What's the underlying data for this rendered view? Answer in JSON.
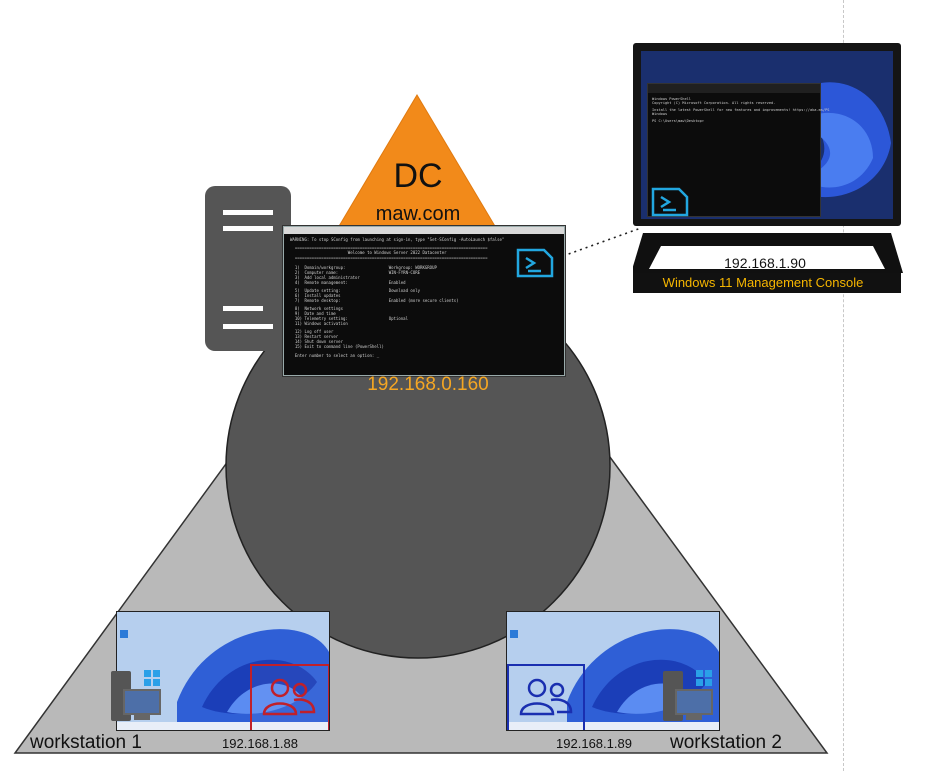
{
  "dc": {
    "title": "DC",
    "domain": "maw.com"
  },
  "server": {
    "ip": "192.168.0.160"
  },
  "console": {
    "ip": "192.168.1.90",
    "label": "Windows 11 Management Console"
  },
  "workstation1": {
    "name": "workstation 1",
    "ip": "192.168.1.88"
  },
  "workstation2": {
    "name": "workstation 2",
    "ip": "192.168.1.89"
  },
  "colors": {
    "dc_orange": "#f28a1a",
    "ip_orange": "#f5a623",
    "label_orange": "#f6b600",
    "user_red": "#c0202a",
    "user_blue": "#1a2fb0",
    "ps_cyan": "#22a7e0"
  },
  "icons": [
    "server-tower-icon",
    "powershell-icon",
    "users-icon",
    "pc-icon",
    "monitor-icon"
  ]
}
